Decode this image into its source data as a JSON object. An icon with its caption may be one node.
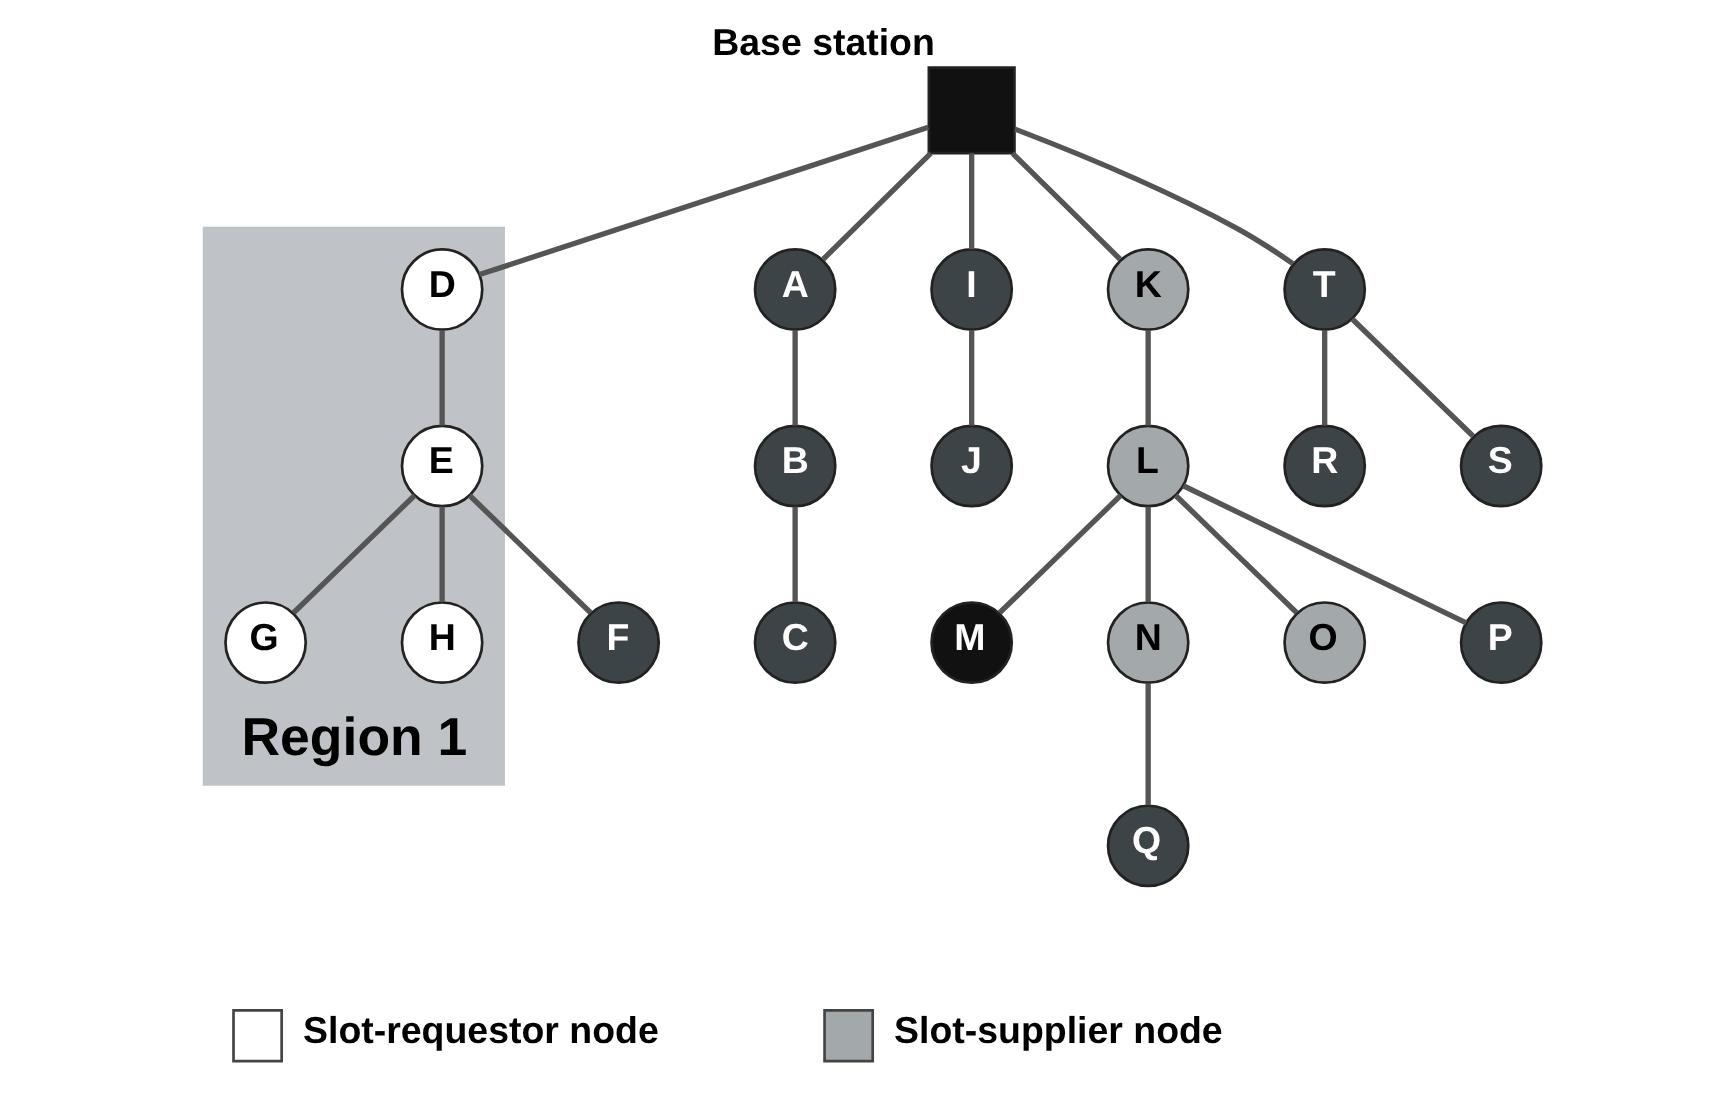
{
  "diagram": {
    "nodes": [
      {
        "text": [
          "Base station"
        ]
      },
      {
        "text": [
          "Region 1"
        ]
      },
      {
        "text": [
          "A"
        ]
      },
      {
        "text": [
          "B"
        ]
      },
      {
        "text": [
          "C"
        ]
      },
      {
        "text": [
          "D"
        ],
        "in": 1
      },
      {
        "text": [
          "E"
        ],
        "in": 1
      },
      {
        "text": [
          "F"
        ]
      },
      {
        "text": [
          "G"
        ],
        "in": 1
      },
      {
        "text": [
          "H"
        ],
        "in": 1
      },
      {
        "text": [
          "I"
        ]
      },
      {
        "text": [
          "J"
        ]
      },
      {
        "text": [
          "K"
        ]
      },
      {
        "text": [
          "L"
        ]
      },
      {
        "text": [
          "M"
        ]
      },
      {
        "text": [
          "N"
        ]
      },
      {
        "text": [
          "O"
        ]
      },
      {
        "text": [
          "P"
        ]
      },
      {
        "text": [
          "Q"
        ]
      },
      {
        "text": [
          "R"
        ]
      },
      {
        "text": [
          "S"
        ]
      },
      {
        "text": [
          "T"
        ]
      }
    ],
    "edges": [
      {
        "from": 0,
        "to": 2,
        "arrow": "none"
      },
      {
        "from": 2,
        "to": 3,
        "arrow": "none"
      },
      {
        "from": 3,
        "to": 4,
        "arrow": "none"
      },
      {
        "from": 0,
        "to": 5,
        "arrow": "none"
      },
      {
        "from": 5,
        "to": 6,
        "arrow": "none"
      },
      {
        "from": 6,
        "to": 7,
        "arrow": "none"
      },
      {
        "from": 6,
        "to": 8,
        "arrow": "none"
      },
      {
        "from": 6,
        "to": 9,
        "arrow": "none"
      },
      {
        "from": 0,
        "to": 10,
        "arrow": "none"
      },
      {
        "from": 10,
        "to": 11,
        "arrow": "none"
      },
      {
        "from": 0,
        "to": 21,
        "arrow": "none"
      },
      {
        "from": 21,
        "to": 20,
        "arrow": "none"
      },
      {
        "from": 21,
        "to": 19,
        "arrow": "none"
      },
      {
        "from": 0,
        "to": 12,
        "arrow": "none"
      },
      {
        "from": 12,
        "to": 13,
        "arrow": "none"
      },
      {
        "from": 13,
        "to": 14,
        "arrow": "none"
      },
      {
        "from": 13,
        "to": 17,
        "arrow": "none"
      },
      {
        "from": 13,
        "to": 15,
        "arrow": "none"
      },
      {
        "from": 15,
        "to": 18,
        "arrow": "none"
      },
      {
        "from": 13,
        "to": 16,
        "arrow": "none"
      }
    ],
    "legend": [
      {
        "text": "Slot-requestor node",
        "color": "#ffffff"
      },
      {
        "text": "Slot-supplier node",
        "color": "#a3a8ab"
      }
    ]
  }
}
